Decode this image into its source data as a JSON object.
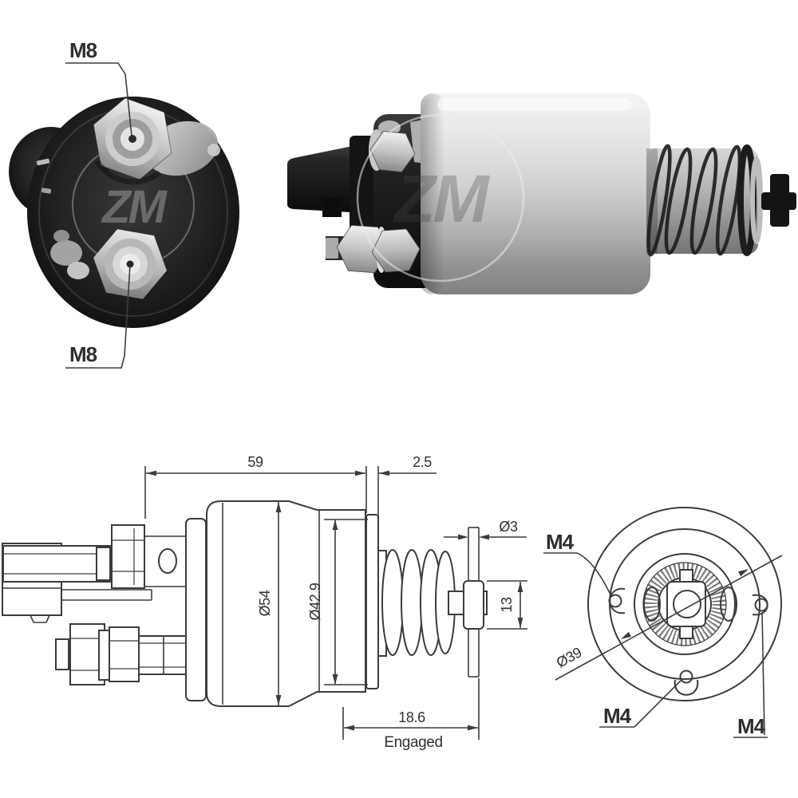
{
  "brand": {
    "watermark": "ZM"
  },
  "rear_view": {
    "terminal_top": "M8",
    "terminal_bottom": "M8"
  },
  "section_drawing": {
    "body_length": "59",
    "flange_thickness": "2.5",
    "body_diameter": "Ø54",
    "flange_diameter": "Ø42.9",
    "pin_diameter": "Ø3",
    "pin_sleeve_length": "13",
    "engaged_length": "18.6",
    "engaged_label": "Engaged"
  },
  "end_view": {
    "hole_upper_left": "M4",
    "hole_bottom": "M4",
    "hole_right": "M4",
    "bolt_circle": "Ø39"
  },
  "colors": {
    "line": "#3c3c3c",
    "text": "#303030"
  }
}
